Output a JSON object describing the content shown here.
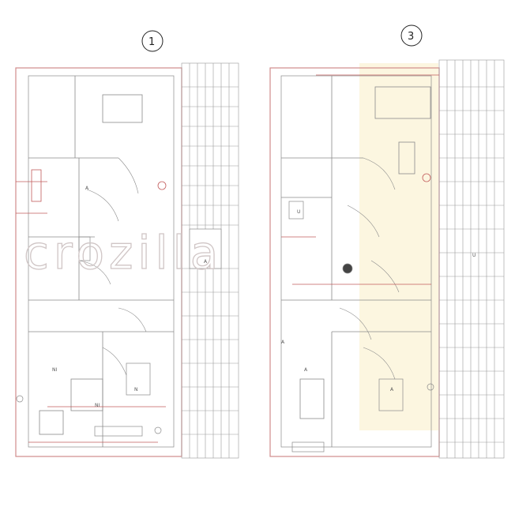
{
  "watermark": "crozilla",
  "markers": {
    "left": "1",
    "right": "3"
  },
  "room_labels": {
    "l1": "NI",
    "l2": "N",
    "l3": "A",
    "l4": "NI",
    "l5": "A",
    "r1": "A",
    "r2": "U",
    "r3": "A",
    "r4": "U",
    "r5": "A"
  },
  "colors": {
    "wall": "#d08b8b",
    "line": "#8a8a8a",
    "accent": "#c25b5b",
    "stair": "#9a9a9a",
    "highlight": "#f7e5a6"
  }
}
